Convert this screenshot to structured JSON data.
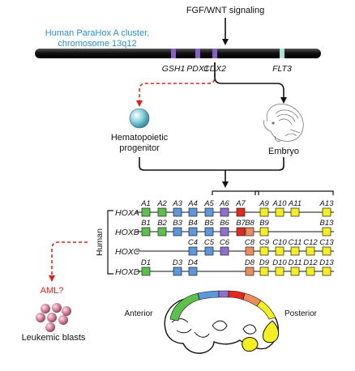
{
  "signal_label": "FGF/WNT signaling",
  "chromosome": {
    "title_line1": "Human ParaHox A cluster,",
    "title_line2": "chromosome 13q12",
    "genes": [
      {
        "label": "GSH1",
        "color": "#8a5fc7"
      },
      {
        "label": "PDX1",
        "color": "#8a5fc7"
      },
      {
        "label": "CDX2",
        "color": "#8a5fc7"
      },
      {
        "label": "FLT3",
        "color": "#a8e3d3"
      }
    ]
  },
  "progenitor": {
    "line1": "Hematopoietic",
    "line2": "progenitor"
  },
  "embryo_label": "Embryo",
  "human_label": "Human",
  "clusters": [
    {
      "name": "HOXA",
      "genes": [
        {
          "label": "A1",
          "color": "#5cc14a"
        },
        {
          "label": "A2",
          "color": "#5cc14a"
        },
        {
          "label": "A3",
          "color": "#5b97d9"
        },
        {
          "label": "A4",
          "color": "#5b97d9"
        },
        {
          "label": "A5",
          "color": "#5b97d9"
        },
        {
          "label": "A6",
          "color": "#8f6fd0"
        },
        {
          "label": "A7",
          "color": "#e02a1e"
        },
        {
          "label": "A9",
          "color": "#f3ef20"
        },
        {
          "label": "A10",
          "color": "#f3ef20"
        },
        {
          "label": "A11",
          "color": "#f3ef20"
        },
        {
          "label": "A13",
          "color": "#f3ef20"
        }
      ]
    },
    {
      "name": "HOXB",
      "genes": [
        {
          "label": "B1",
          "color": "#5cc14a"
        },
        {
          "label": "B2",
          "color": "#5cc14a"
        },
        {
          "label": "B3",
          "color": "#5b97d9"
        },
        {
          "label": "B4",
          "color": "#5b97d9"
        },
        {
          "label": "B5",
          "color": "#5b97d9"
        },
        {
          "label": "B6",
          "color": "#8f6fd0"
        },
        {
          "label": "B7",
          "color": "#e02a1e"
        },
        {
          "label": "B8",
          "color": "#ef8a5a"
        },
        {
          "label": "B9",
          "color": "#f3ef20"
        },
        {
          "label": "B13",
          "color": "#f3ef20"
        }
      ]
    },
    {
      "name": "HOXC",
      "genes": [
        {
          "label": "C4",
          "color": "#5b97d9"
        },
        {
          "label": "C5",
          "color": "#5b97d9"
        },
        {
          "label": "C6",
          "color": "#8f6fd0"
        },
        {
          "label": "C8",
          "color": "#ef8a5a"
        },
        {
          "label": "C9",
          "color": "#f3ef20"
        },
        {
          "label": "C10",
          "color": "#f3ef20"
        },
        {
          "label": "C11",
          "color": "#f3ef20"
        },
        {
          "label": "C12",
          "color": "#f3ef20"
        },
        {
          "label": "C13",
          "color": "#f3ef20"
        }
      ]
    },
    {
      "name": "HOXD",
      "genes": [
        {
          "label": "D1",
          "color": "#5cc14a"
        },
        {
          "label": "D3",
          "color": "#5b97d9"
        },
        {
          "label": "D4",
          "color": "#5b97d9"
        },
        {
          "label": "D8",
          "color": "#ef8a5a"
        },
        {
          "label": "D9",
          "color": "#f3ef20"
        },
        {
          "label": "D10",
          "color": "#f3ef20"
        },
        {
          "label": "D11",
          "color": "#f3ef20"
        },
        {
          "label": "D12",
          "color": "#f3ef20"
        },
        {
          "label": "D13",
          "color": "#f3ef20"
        }
      ]
    }
  ],
  "aml_label": "AML?",
  "blasts_label": "Leukemic blasts",
  "anterior_label": "Anterior",
  "posterior_label": "Posterior",
  "colors": {
    "accent_blue": "#2a8fd6",
    "aml_red": "#e0221b",
    "chromosome": "#111111"
  }
}
